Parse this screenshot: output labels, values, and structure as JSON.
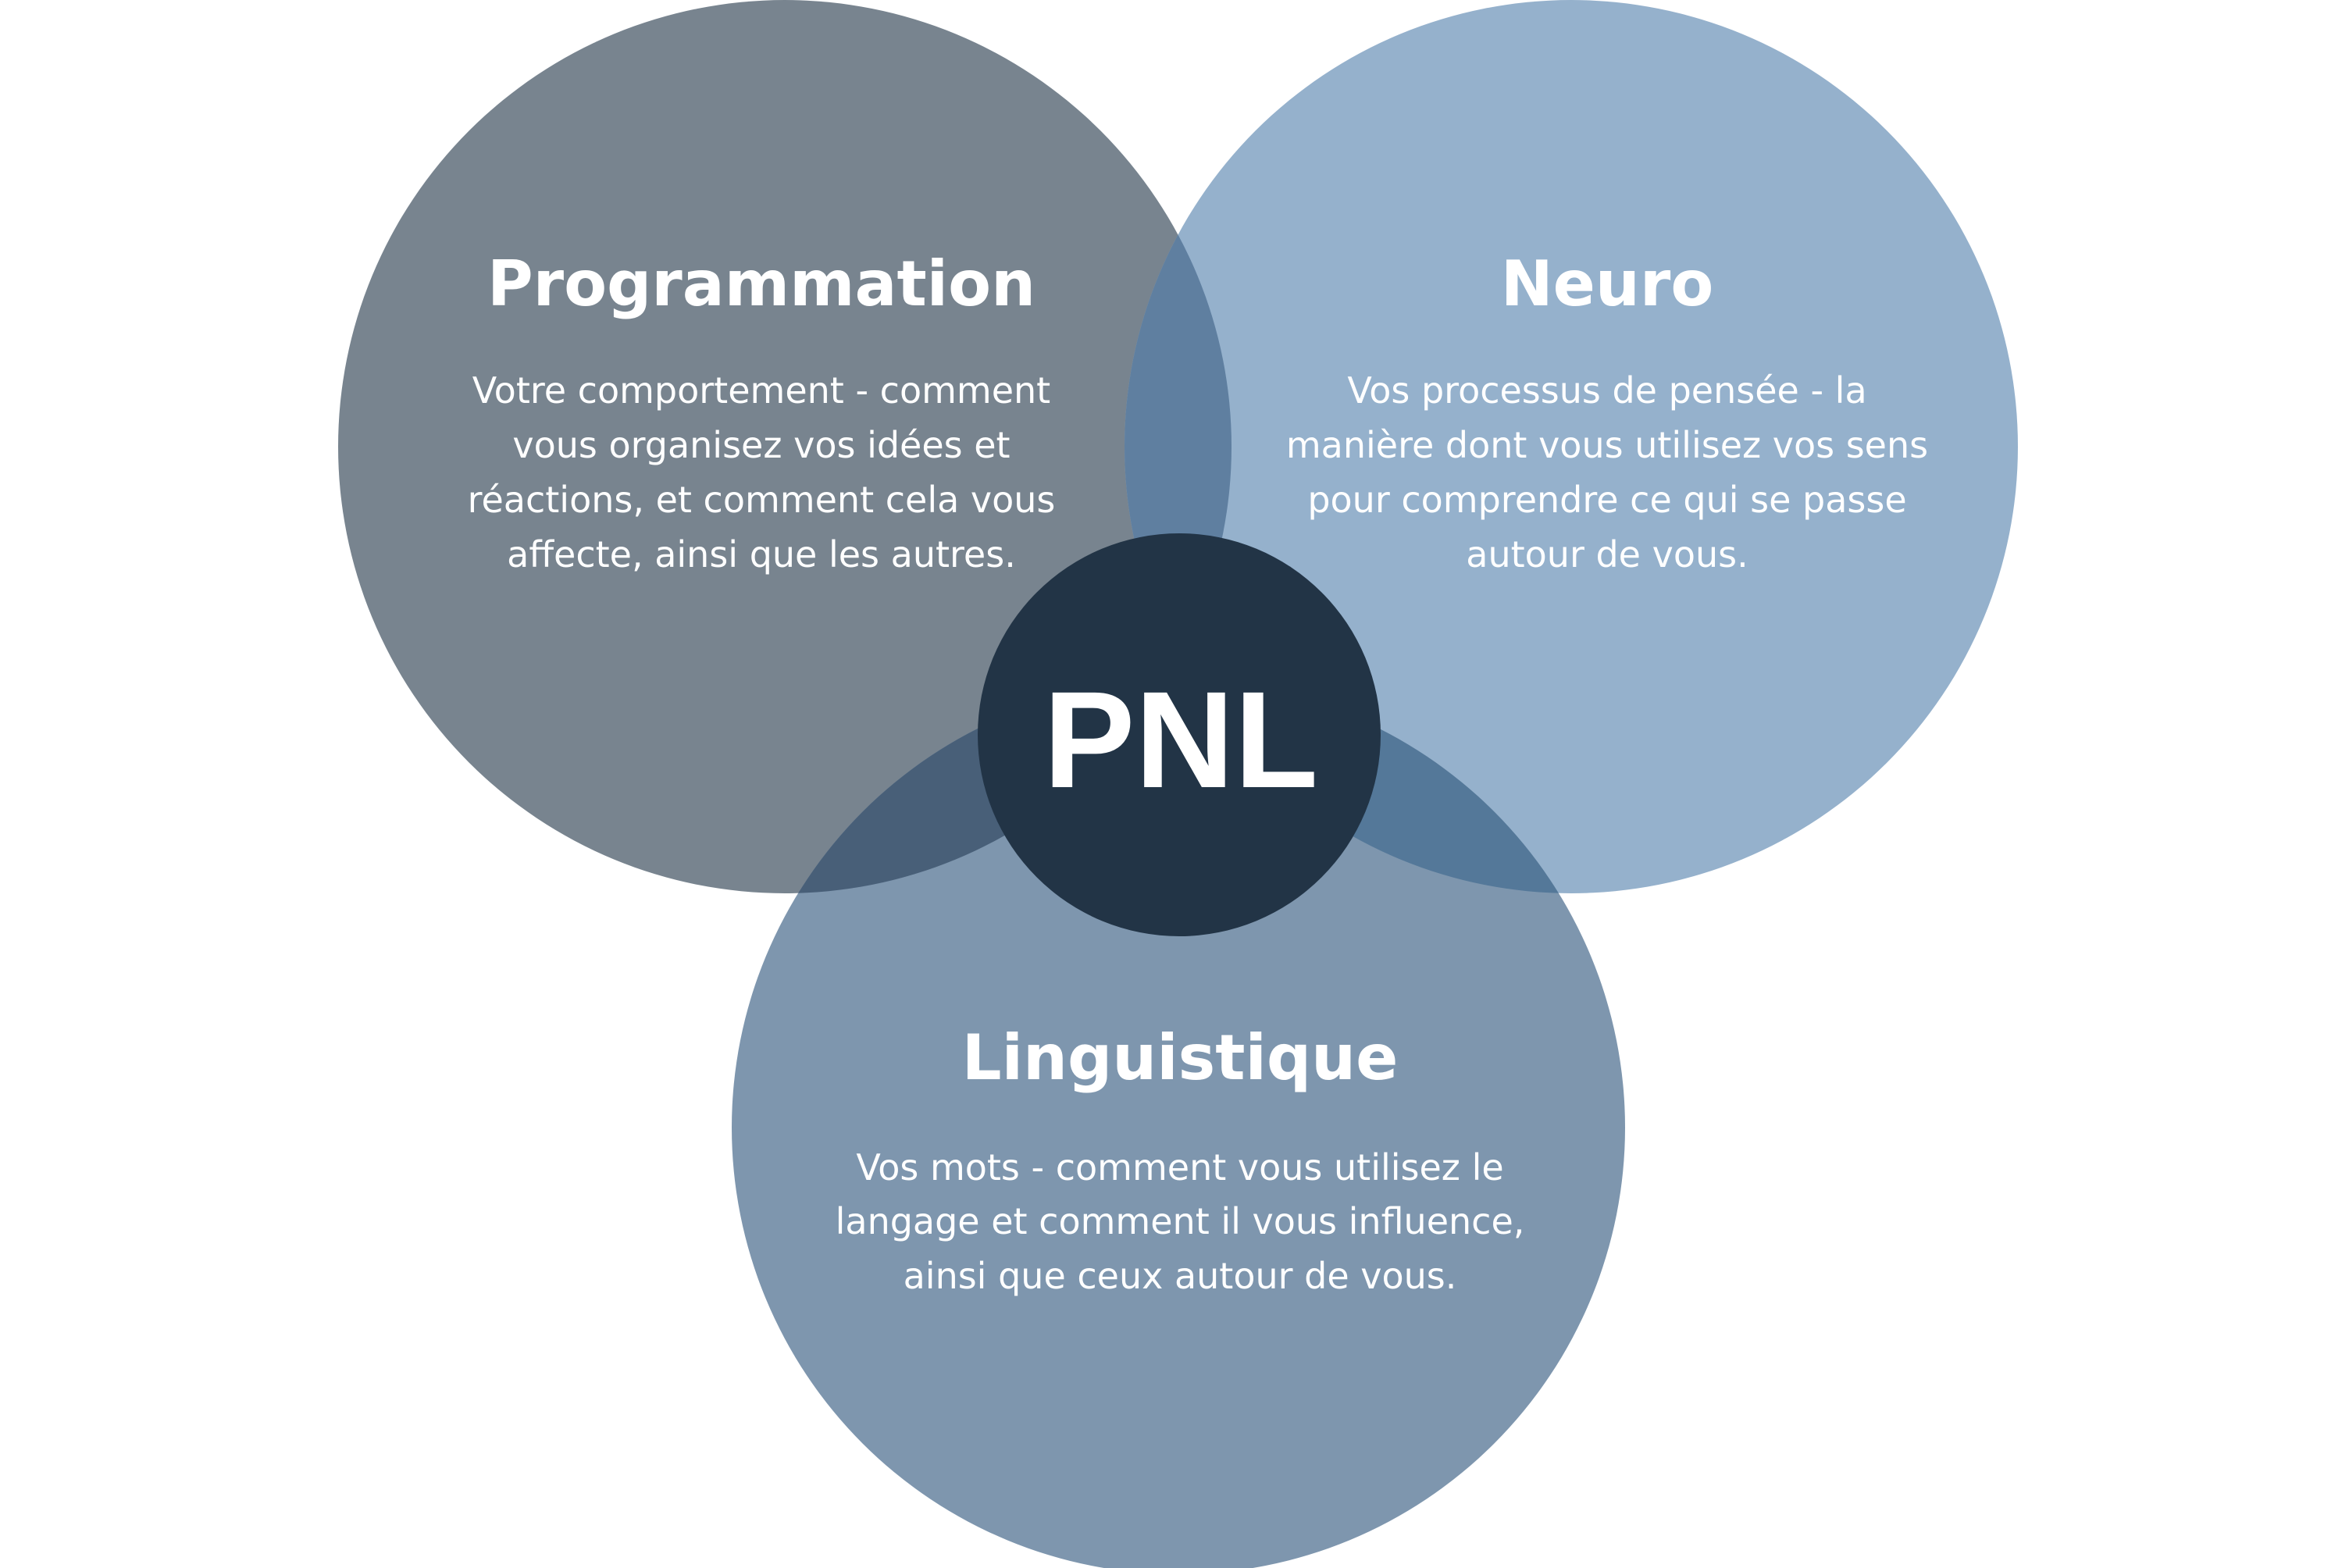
{
  "center": {
    "label": "PNL",
    "color": "#223446"
  },
  "circles": [
    {
      "title": "Programmation",
      "color": "#78848f",
      "lines": [
        "Votre comportement - comment",
        "vous organisez vos idées et",
        "réactions, et comment cela vous",
        "affecte, ainsi que les autres."
      ]
    },
    {
      "title": "Neuro",
      "color": "#95b1cc",
      "lines": [
        "Vos processus de pensée - la",
        "manière dont vous utilisez vos sens",
        "pour comprendre ce qui se passe",
        "autour de vous."
      ]
    },
    {
      "title": "Linguistique",
      "color": "#7e96ae",
      "lines": [
        "Vos mots - comment vous utilisez le",
        "langage et comment il vous influence,",
        "ainsi que ceux autour de vous."
      ]
    }
  ],
  "overlap_colors": {
    "programmation_neuro": "#5f7fa0",
    "programmation_linguistique": "#485f78",
    "neuro_linguistique": "#547899"
  }
}
